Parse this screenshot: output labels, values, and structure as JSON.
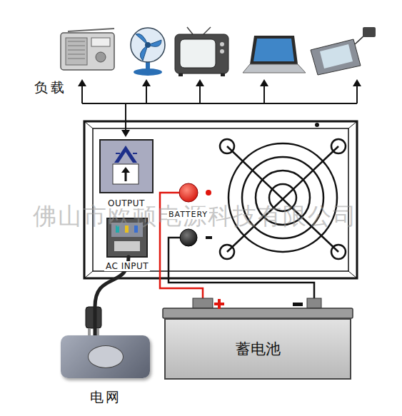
{
  "diagram": {
    "nodes": [
      {
        "text": [
          "OUTPUT"
        ]
      },
      {
        "text": [
          "AC INPUT"
        ]
      },
      {
        "text": [
          "蓄电池"
        ]
      },
      {
        "text": [
          "电网"
        ]
      }
    ],
    "edges": [
      {
        "from": 1,
        "to": 3,
        "arrow": "none"
      }
    ],
    "labels": [
      "负载",
      "BATTERY",
      "佛山市欧顿电源科技有限公司"
    ]
  }
}
